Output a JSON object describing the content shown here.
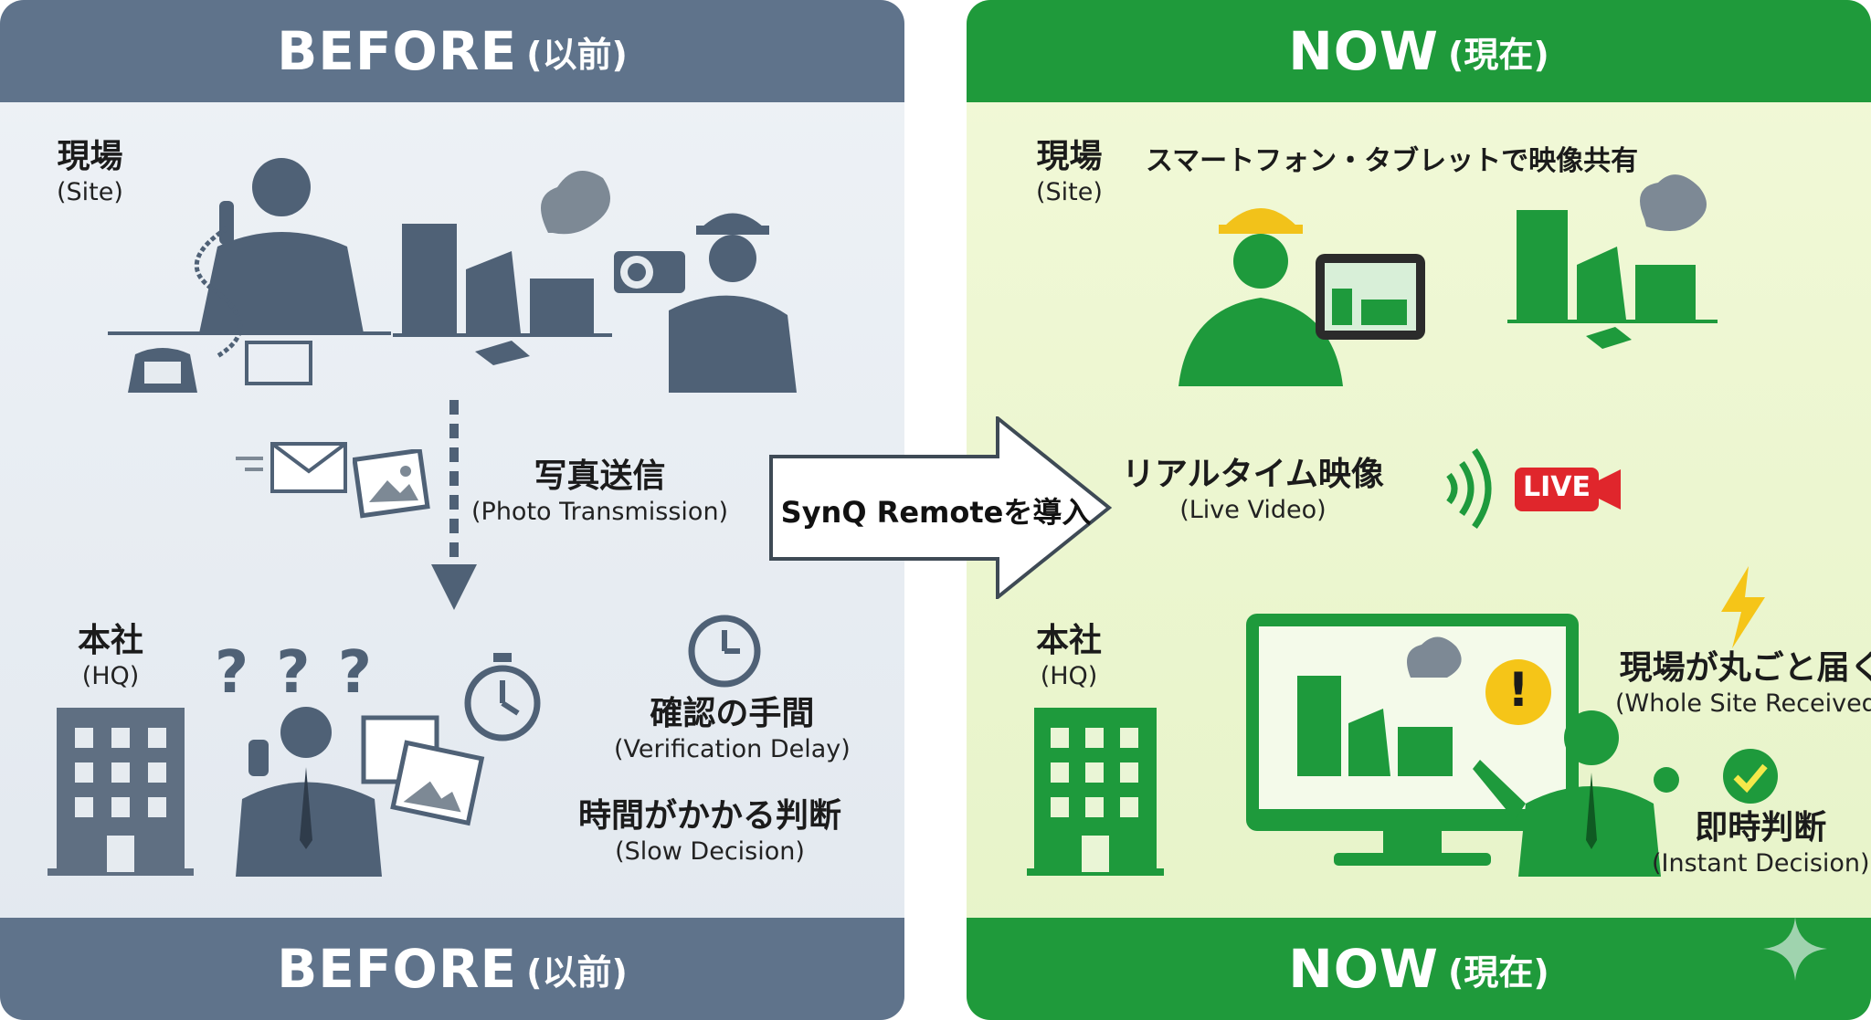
{
  "before": {
    "header_main": "BEFORE",
    "header_sub": "(以前)",
    "site_label_jp": "現場",
    "site_label_en": "(Site)",
    "photo_label_jp": "写真送信",
    "photo_label_en": "(Photo Transmission)",
    "hq_label_jp": "本社",
    "hq_label_en": "(HQ)",
    "verify_label_jp": "確認の手間",
    "verify_label_en": "(Verification Delay)",
    "slow_label_jp": "時間がかかる判断",
    "slow_label_en": "(Slow Decision)",
    "question_marks": "? ? ?",
    "footer_main": "BEFORE",
    "footer_sub": "(以前)"
  },
  "transition": {
    "label": "SynQ  Remoteを導入"
  },
  "now": {
    "header_main": "NOW",
    "header_sub": "(現在)",
    "site_label_jp": "現場",
    "site_label_en": "(Site)",
    "share_label": "スマートフォン・タブレットで映像共有",
    "live_video_jp": "リアルタイム映像",
    "live_video_en": "(Live Video)",
    "live_badge": "LIVE",
    "hq_label_jp": "本社",
    "hq_label_en": "(HQ)",
    "whole_site_jp": "現場が丸ごと届く",
    "whole_site_en": "(Whole Site Received)",
    "instant_jp": "即時判断",
    "instant_en": "(Instant Decision)",
    "alert_mark": "!",
    "footer_main": "NOW",
    "footer_sub": "(現在)"
  },
  "colors": {
    "before_band": "#5f738b",
    "before_icon": "#4f6176",
    "now_band": "#1f9a3b",
    "now_icon": "#1e9a3c",
    "live_red": "#e0262c",
    "alert_yellow": "#f5c518",
    "check_green": "#1e9a3c"
  },
  "icons": [
    "phone-icon",
    "envelope-icon",
    "photo-icon",
    "camera-icon",
    "building-icon",
    "clock-icon",
    "stopwatch-icon",
    "tablet-icon",
    "wifi-signal-icon",
    "live-camera-icon",
    "lightning-icon",
    "monitor-icon",
    "alert-icon",
    "check-icon",
    "sparkle-icon"
  ]
}
